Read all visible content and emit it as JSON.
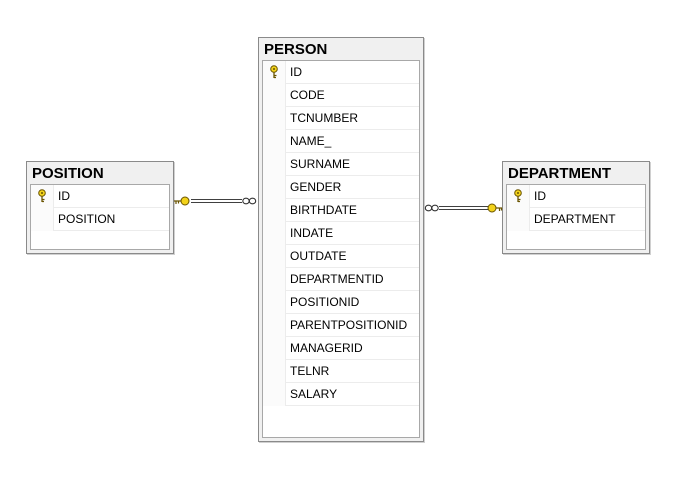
{
  "colors": {
    "key_fill": "#f2d21b",
    "key_stroke": "#6a5400",
    "line": "#404040"
  },
  "tables": {
    "position": {
      "title": "POSITION",
      "columns": [
        {
          "name": "ID",
          "pk": true
        },
        {
          "name": "POSITION",
          "pk": false
        }
      ]
    },
    "person": {
      "title": "PERSON",
      "columns": [
        {
          "name": "ID",
          "pk": true
        },
        {
          "name": "CODE",
          "pk": false
        },
        {
          "name": "TCNUMBER",
          "pk": false
        },
        {
          "name": "NAME_",
          "pk": false
        },
        {
          "name": "SURNAME",
          "pk": false
        },
        {
          "name": "GENDER",
          "pk": false
        },
        {
          "name": "BIRTHDATE",
          "pk": false
        },
        {
          "name": "INDATE",
          "pk": false
        },
        {
          "name": "OUTDATE",
          "pk": false
        },
        {
          "name": "DEPARTMENTID",
          "pk": false
        },
        {
          "name": "POSITIONID",
          "pk": false
        },
        {
          "name": "PARENTPOSITIONID",
          "pk": false
        },
        {
          "name": "MANAGERID",
          "pk": false
        },
        {
          "name": "TELNR",
          "pk": false
        },
        {
          "name": "SALARY",
          "pk": false
        }
      ]
    },
    "department": {
      "title": "DEPARTMENT",
      "columns": [
        {
          "name": "ID",
          "pk": true
        },
        {
          "name": "DEPARTMENT",
          "pk": false
        }
      ]
    }
  },
  "relationships": [
    {
      "one": "position",
      "many": "person"
    },
    {
      "one": "department",
      "many": "person"
    }
  ]
}
